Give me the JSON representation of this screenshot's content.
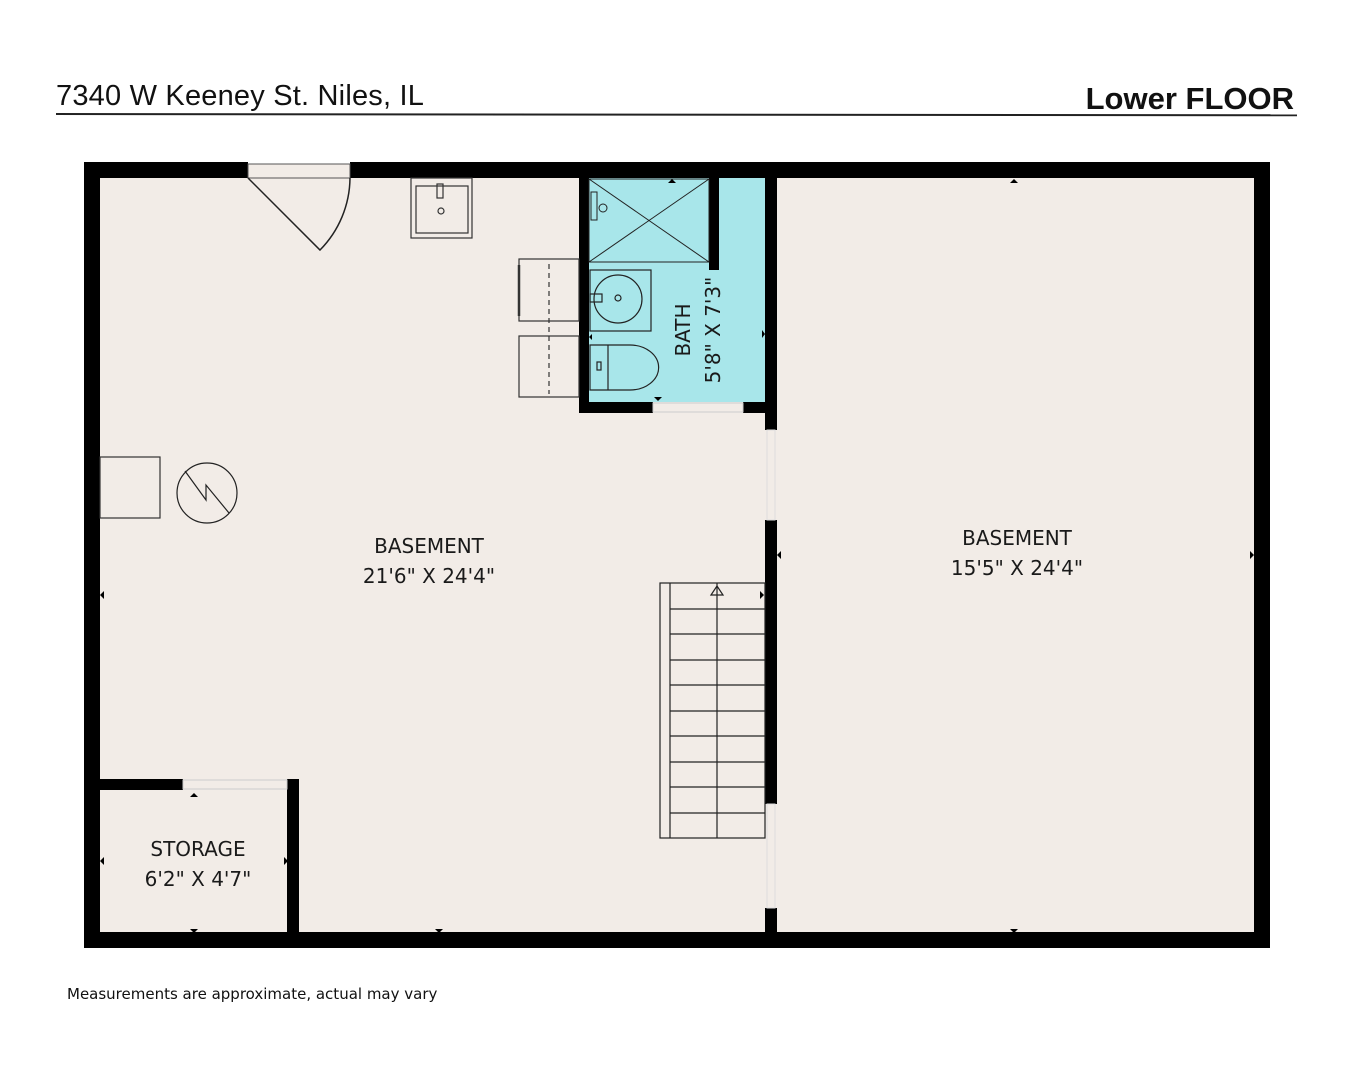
{
  "header": {
    "address": "7340 W Keeney St. Niles, IL",
    "floor_title": "Lower FLOOR"
  },
  "footer": {
    "disclaimer": "Measurements are approximate, actual may vary"
  },
  "colors": {
    "floor_fill": "#f2ece7",
    "bath_fill": "#a8e6ea",
    "wall": "#000000",
    "line": "#333333"
  },
  "rooms": [
    {
      "id": "basement-left",
      "name": "BASEMENT",
      "dimensions": "21'6\" X 24'4\""
    },
    {
      "id": "basement-right",
      "name": "BASEMENT",
      "dimensions": "15'5\" X 24'4\""
    },
    {
      "id": "bath",
      "name": "BATH",
      "dimensions": "5'8\" X 7'3\""
    },
    {
      "id": "storage",
      "name": "STORAGE",
      "dimensions": "6'2\" X 4'7\""
    }
  ],
  "fixtures": [
    "door-swing",
    "utility-sink",
    "washer",
    "dryer",
    "water-heater",
    "electrical-panel",
    "staircase",
    "shower",
    "bathroom-sink",
    "toilet"
  ]
}
